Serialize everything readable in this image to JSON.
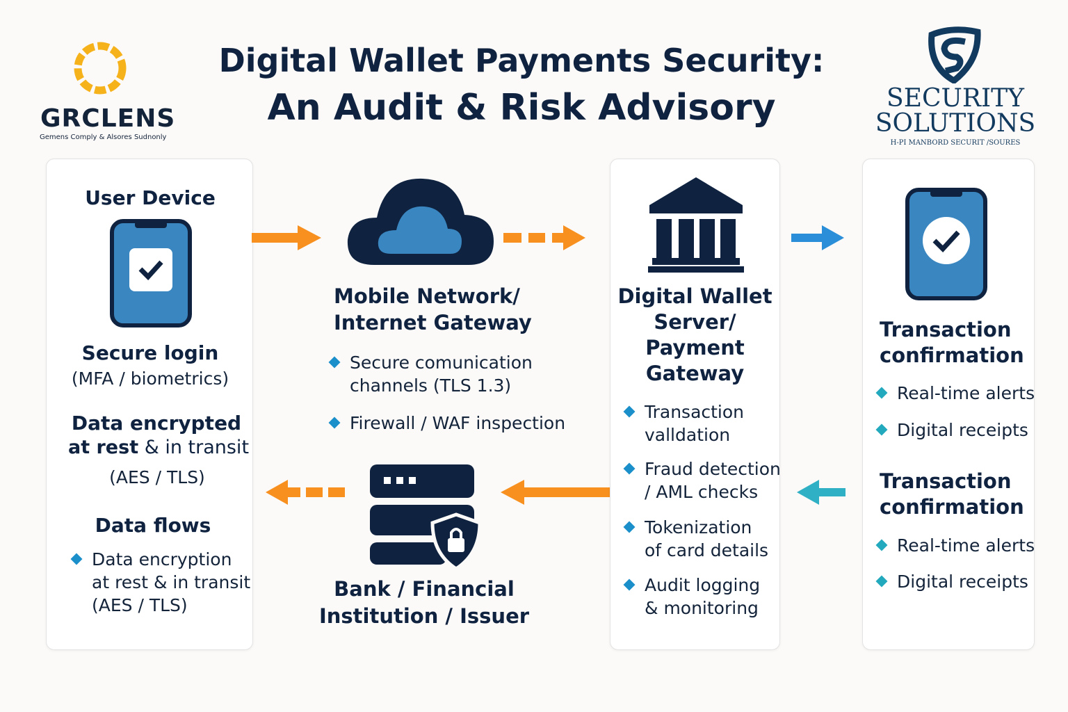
{
  "title": {
    "line1": "Digital Wallet Payments Security:",
    "line2": "An Audit & Risk Advisory"
  },
  "logo_left": {
    "name": "GRCLENS",
    "tagline": "Gemens  Comply & Alsores Sudnonly",
    "color": "#f6b21b"
  },
  "logo_right": {
    "line1": "SECURITY",
    "line2": "SOLUTIONS",
    "tagline": "H-PI MANBORD SECURIT   /SOURES",
    "color": "#123a5e"
  },
  "user_device": {
    "heading": "User Device",
    "login": "Secure login",
    "login_sub": "(MFA / biometrics)",
    "enc1": "Data encrypted",
    "enc2a": "at rest",
    "enc2b": " & in transit",
    "enc3": "(AES / TLS)",
    "flows": "Data flows",
    "bullet1": "Data encryption",
    "bullet1b": "at rest & in transit",
    "bullet1c": "(AES / TLS)"
  },
  "gateway": {
    "heading1": "Mobile Network/",
    "heading2": "Internet Gateway",
    "bullets": [
      {
        "a": "Secure comunication",
        "b": "channels (TLS 1.3)"
      },
      {
        "a": "Firewall / WAF inspection"
      }
    ]
  },
  "bank": {
    "heading1": "Bank / Financial",
    "heading2": "Institution / Issuer"
  },
  "server": {
    "h1": "Digital Wallet",
    "h2": "Server/",
    "h3": "Payment",
    "h4": "Gateway",
    "bullets": [
      {
        "a": "Transaction",
        "b": "valldation"
      },
      {
        "a": "Fraud detection",
        "b": "/ AML checks"
      },
      {
        "a": "Tokenization",
        "b": "of card details"
      },
      {
        "a": "Audit logging",
        "b": "& monitoring"
      }
    ]
  },
  "confirm": {
    "sections": [
      {
        "h1": "Transaction",
        "h2": "confirmation",
        "b1": "Real-time alerts",
        "b2": "Digital receipts"
      },
      {
        "h1": "Transaction",
        "h2": "confirmation",
        "b1": "Real-time alerts",
        "b2": "Digital receipts"
      }
    ]
  },
  "colors": {
    "navy": "#0f2340",
    "phone": "#3a86c0",
    "orange": "#f7901e",
    "blue": "#2a8fd8",
    "teal": "#2fb0c4"
  }
}
